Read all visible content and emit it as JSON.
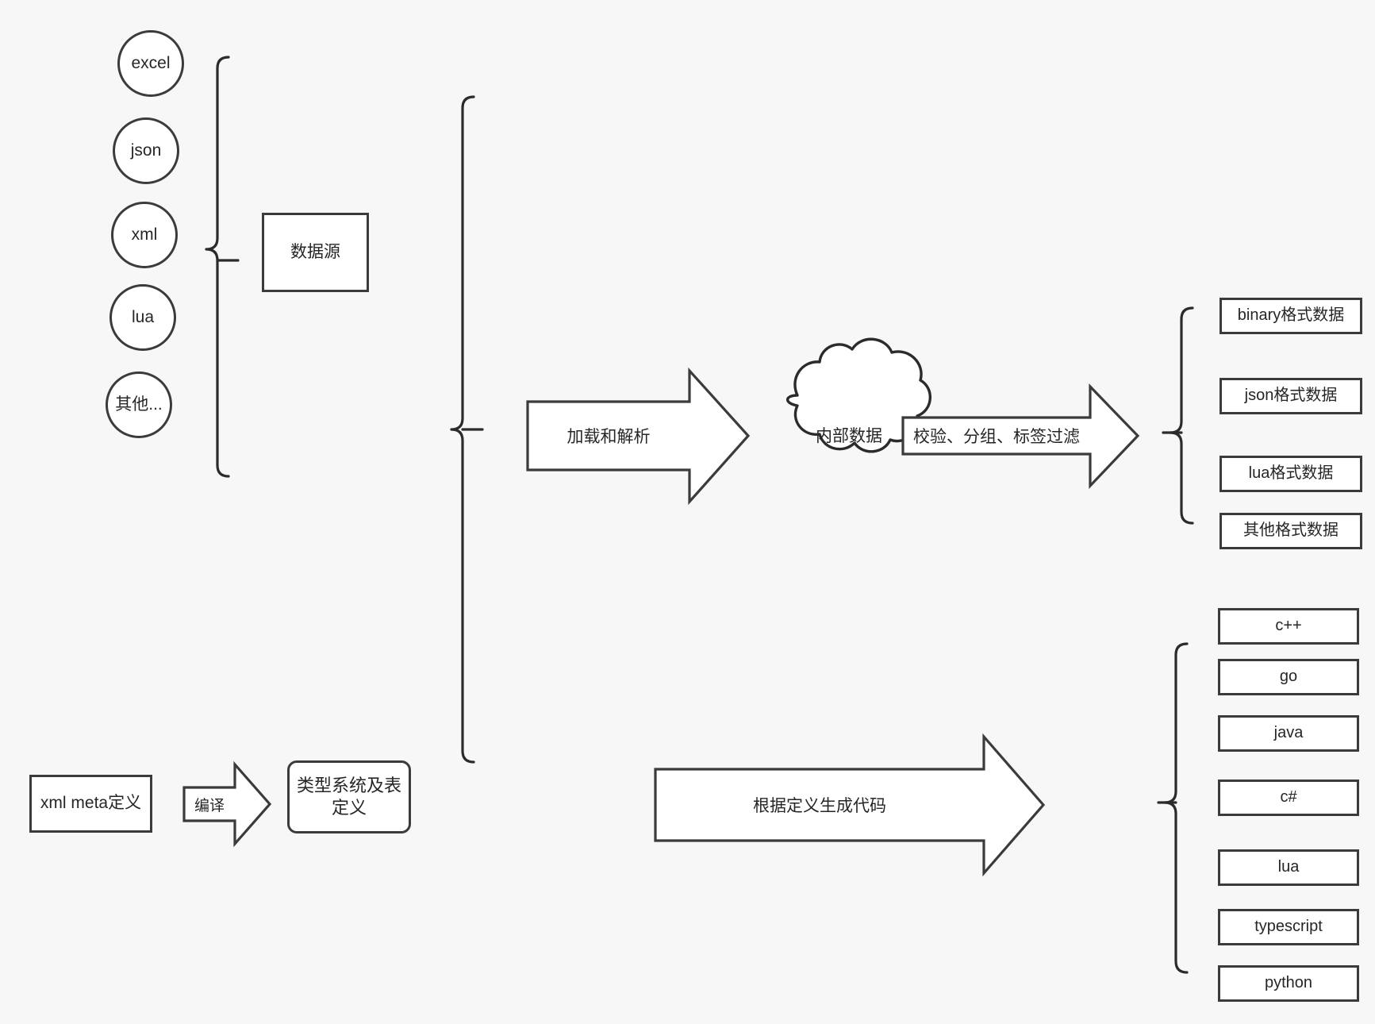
{
  "diagram": {
    "title": "data pipeline diagram",
    "background_color": "#f7f7f7",
    "stroke_color": "#3b3b3b",
    "fill_color": "#ffffff"
  },
  "sources": {
    "group_label": "数据源",
    "items": [
      {
        "label": "excel"
      },
      {
        "label": "json"
      },
      {
        "label": "xml"
      },
      {
        "label": "lua"
      },
      {
        "label": "其他..."
      }
    ]
  },
  "meta": {
    "input_label": "xml meta定义",
    "compile_arrow_label": "编译",
    "output_label": "类型系统及表定义"
  },
  "pipeline": {
    "load_arrow_label": "加载和解析",
    "cloud_label": "内部数据",
    "filter_arrow_label": "校验、分组、标签过滤",
    "codegen_arrow_label": "根据定义生成代码"
  },
  "outputs": {
    "formats": [
      {
        "label": "binary格式数据"
      },
      {
        "label": "json格式数据"
      },
      {
        "label": "lua格式数据"
      },
      {
        "label": "其他格式数据"
      }
    ],
    "languages": [
      {
        "label": "c++"
      },
      {
        "label": "go"
      },
      {
        "label": "java"
      },
      {
        "label": "c#"
      },
      {
        "label": "lua"
      },
      {
        "label": "typescript"
      },
      {
        "label": "python"
      }
    ]
  }
}
